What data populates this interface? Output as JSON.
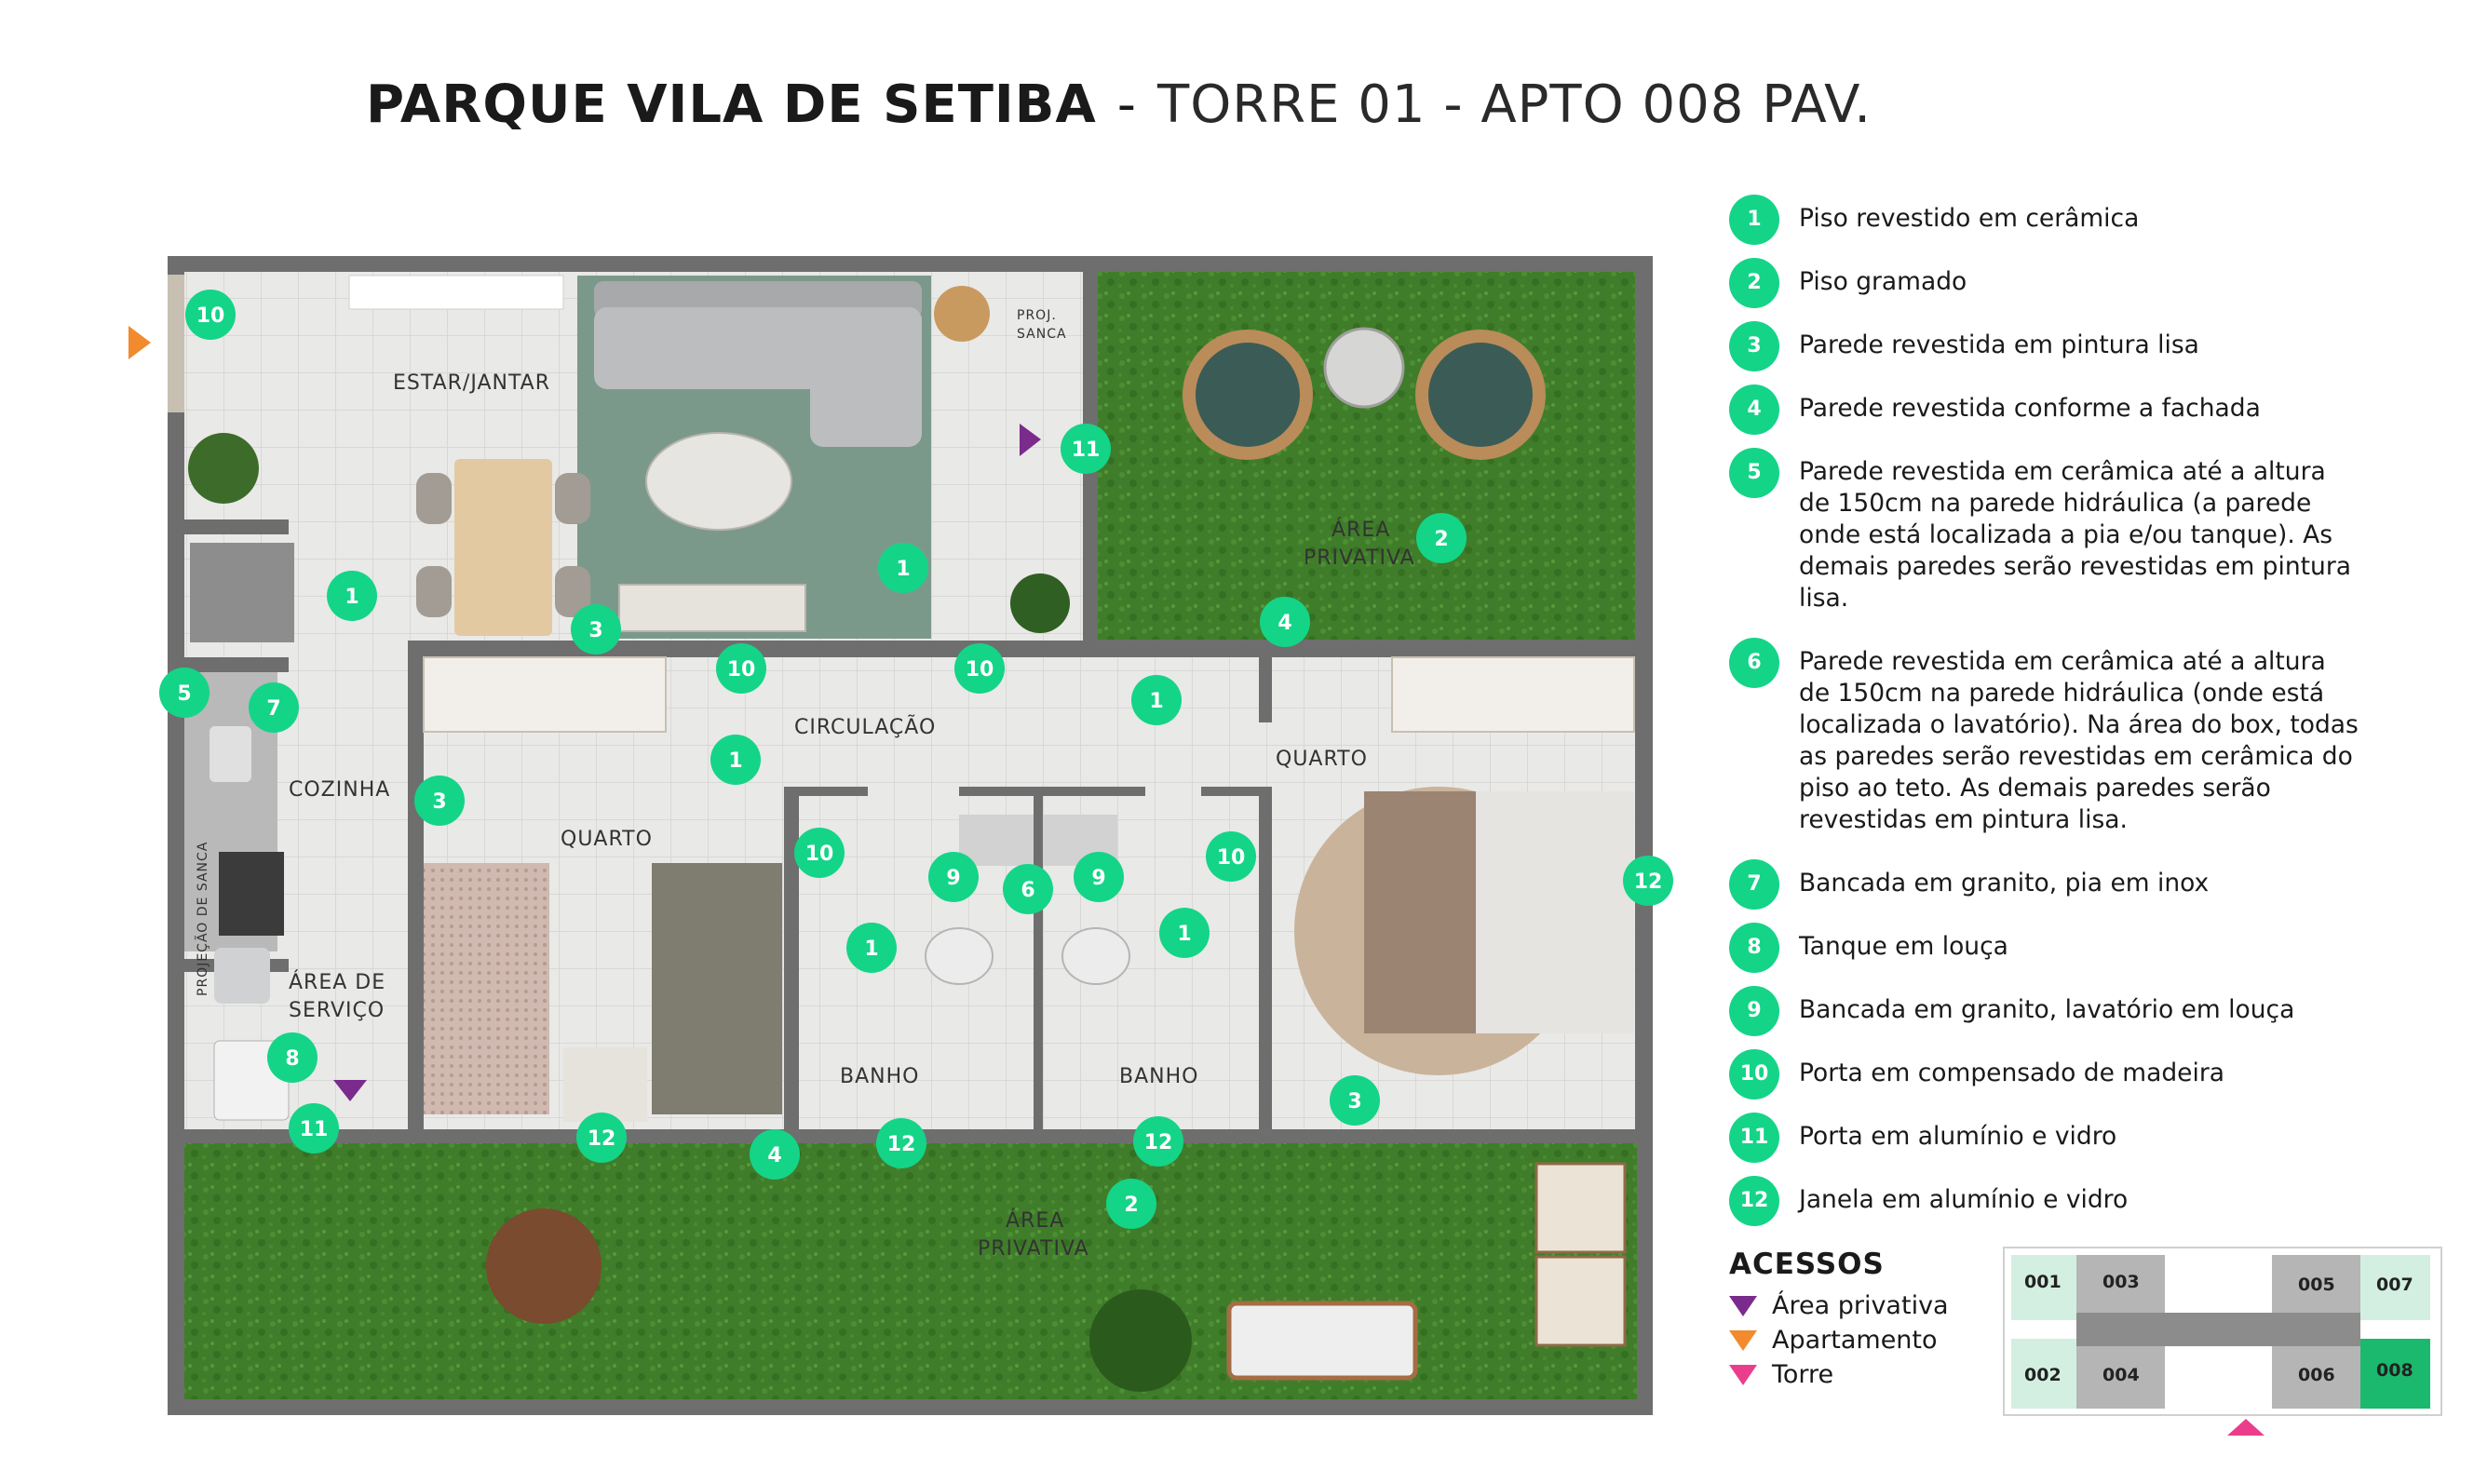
{
  "title": {
    "bold": "PARQUE VILA DE SETIBA",
    "separator": "-",
    "rest": "TORRE 01 - APTO 008 PAV."
  },
  "rooms": {
    "estar": "ESTAR/JANTAR",
    "proj_sanca_top": "PROJ.",
    "proj_sanca_bottom": "SANCA",
    "area_privativa_top_1": "ÁREA",
    "area_privativa_top_2": "PRIVATIVA",
    "circulacao": "CIRCULAÇÃO",
    "cozinha": "COZINHA",
    "quarto_left": "QUARTO",
    "quarto_right": "QUARTO",
    "servico_1": "ÁREA DE",
    "servico_2": "SERVIÇO",
    "banho_left": "BANHO",
    "banho_right": "BANHO",
    "projecao_sanca": "PROJEÇÃO DE SANCA",
    "area_privativa_bottom_1": "ÁREA",
    "area_privativa_bottom_2": "PRIVATIVA"
  },
  "markers": [
    "10",
    "11",
    "2",
    "1",
    "1",
    "3",
    "10",
    "10",
    "4",
    "5",
    "7",
    "1",
    "1",
    "3",
    "10",
    "9",
    "6",
    "9",
    "10",
    "1",
    "1",
    "12",
    "8",
    "11",
    "12",
    "4",
    "12",
    "12",
    "3",
    "2"
  ],
  "legend": [
    {
      "num": "1",
      "text": "Piso revestido em cerâmica"
    },
    {
      "num": "2",
      "text": "Piso gramado"
    },
    {
      "num": "3",
      "text": "Parede revestida em pintura lisa"
    },
    {
      "num": "4",
      "text": "Parede revestida conforme a fachada"
    },
    {
      "num": "5",
      "text": "Parede revestida em cerâmica  até a altura de 150cm na parede hidráulica (a parede onde está localizada a pia e/ou tanque). As demais paredes serão revestidas em pintura lisa."
    },
    {
      "num": "6",
      "text": "Parede revestida em cerâmica  até a altura de 150cm na parede hidráulica (onde está localizada o lavatório).  Na área do box, todas as paredes serão revestidas em cerâmica do piso ao teto. As demais paredes serão revestidas em pintura lisa."
    },
    {
      "num": "7",
      "text": "Bancada em granito, pia em inox"
    },
    {
      "num": "8",
      "text": "Tanque em louça"
    },
    {
      "num": "9",
      "text": "Bancada em granito, lavatório em louça"
    },
    {
      "num": "10",
      "text": "Porta em compensado de madeira"
    },
    {
      "num": "11",
      "text": "Porta em alumínio e vidro"
    },
    {
      "num": "12",
      "text": "Janela em alumínio e vidro"
    }
  ],
  "access": {
    "heading": "ACESSOS",
    "items": [
      {
        "label": "Área privativa",
        "color": "#7a2b8c"
      },
      {
        "label": "Apartamento",
        "color": "#f28a2e"
      },
      {
        "label": "Torre",
        "color": "#ea3d8c"
      }
    ]
  },
  "keyplan": {
    "units": [
      "001",
      "003",
      "005",
      "007",
      "002",
      "004",
      "006",
      "008"
    ],
    "highlight": "008"
  },
  "colors": {
    "marker": "#14d488",
    "grass": "#3f7d2a",
    "wall": "#6e6e6e",
    "floor": "#e9e9e7"
  }
}
